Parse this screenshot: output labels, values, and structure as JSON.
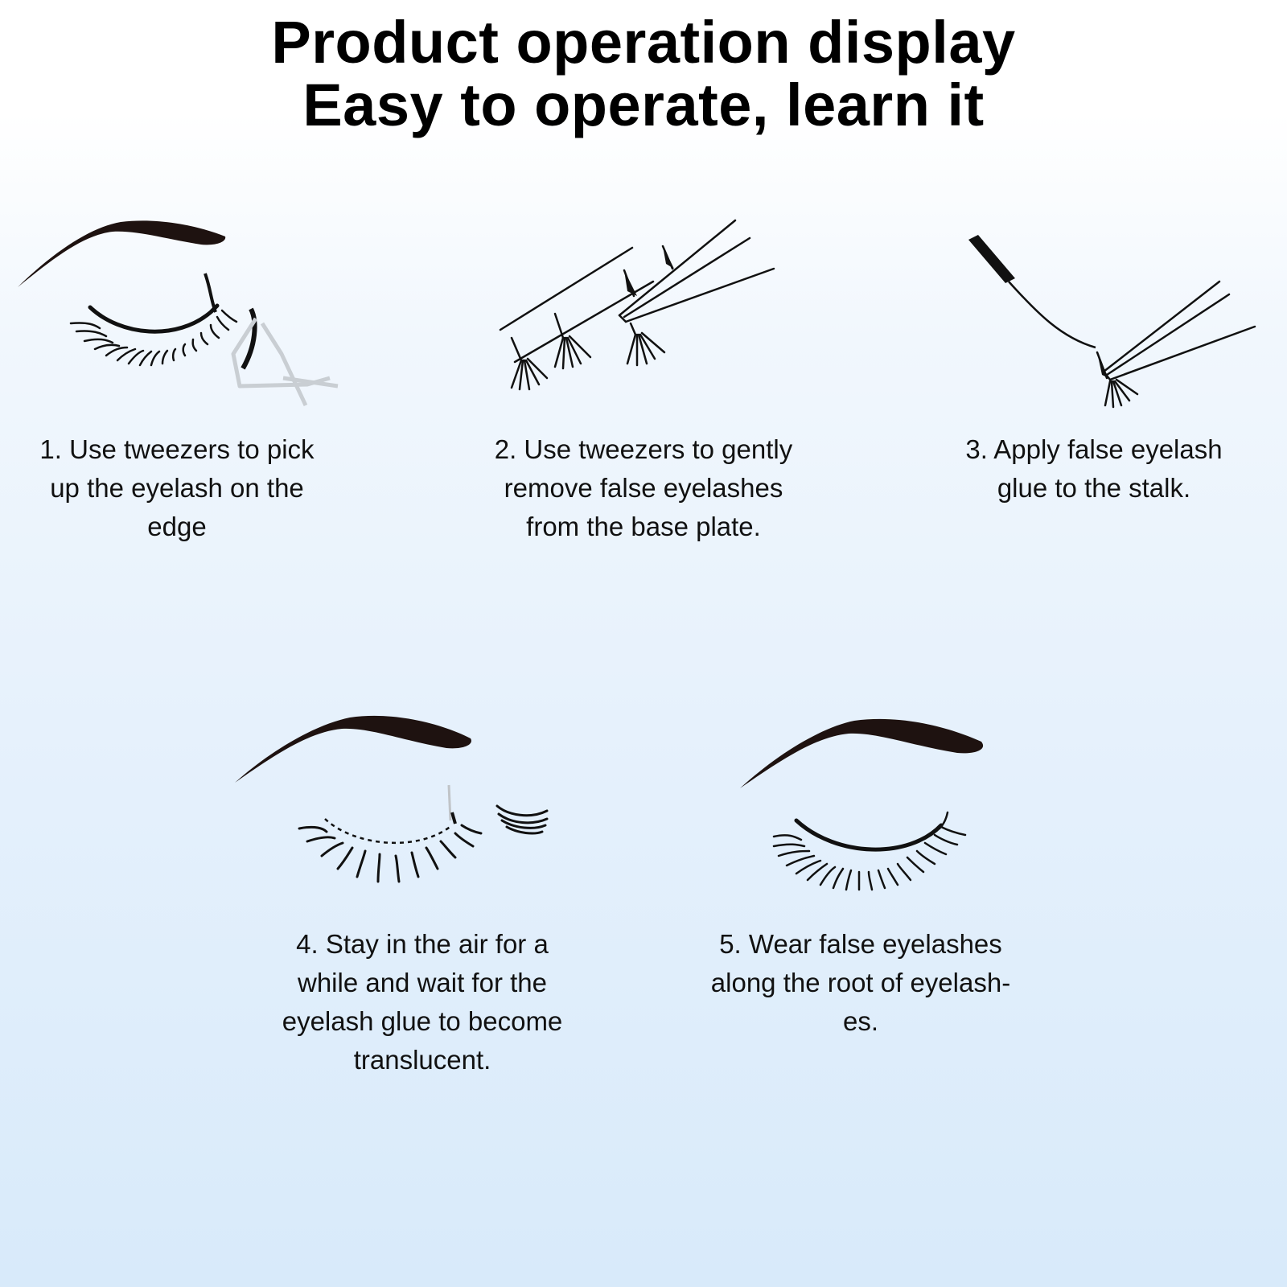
{
  "header": {
    "title": "Product operation display",
    "subtitle": "Easy to operate, learn it"
  },
  "steps": [
    {
      "lines": [
        "1. Use tweezers to pick",
        "up the eyelash on the",
        "edge"
      ],
      "icon": "closed-eye-with-tweezers-icon"
    },
    {
      "lines": [
        "2. Use tweezers to gently",
        "remove false eyelashes",
        "from the base plate."
      ],
      "icon": "tweezers-lash-tray-icon"
    },
    {
      "lines": [
        "3. Apply false eyelash",
        "glue to the stalk."
      ],
      "icon": "glue-brush-tweezers-icon"
    },
    {
      "lines": [
        "4. Stay in the air for a",
        "while and wait for the",
        "eyelash glue to become",
        "translucent."
      ],
      "icon": "eye-with-lash-cluster-icon"
    },
    {
      "lines": [
        "5. Wear false eyelashes",
        "along the root of eyelash-",
        "es."
      ],
      "icon": "closed-eye-full-lashes-icon"
    }
  ],
  "colors": {
    "ink": "#111111",
    "brow": "#1e1210",
    "background_top": "#ffffff",
    "background_bottom": "#d8eafa"
  }
}
